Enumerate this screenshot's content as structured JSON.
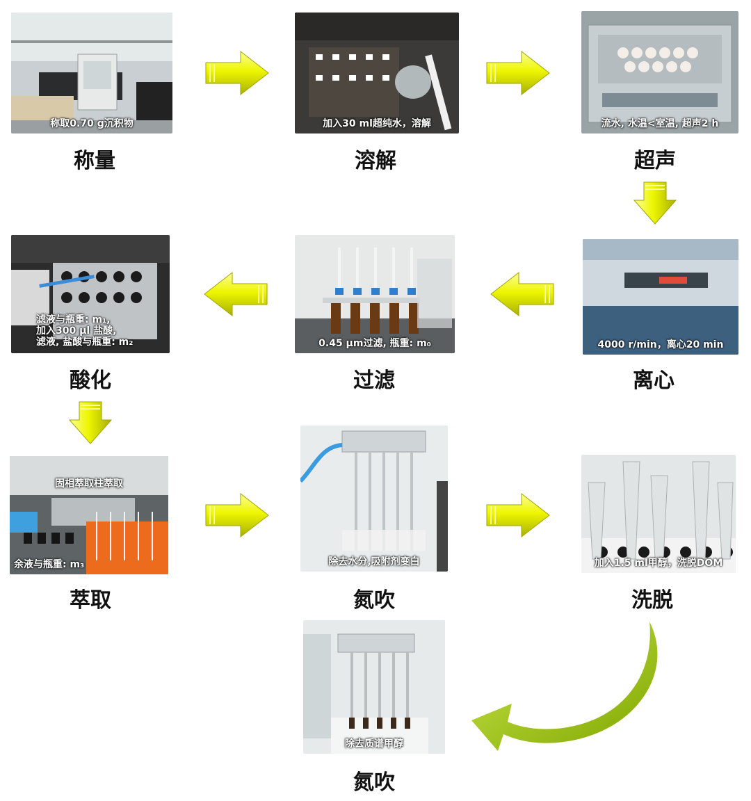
{
  "steps": [
    {
      "label": "称量",
      "caption": "称取0.70 g沉积物"
    },
    {
      "label": "溶解",
      "caption": "加入30 ml超纯水，溶解"
    },
    {
      "label": "超声",
      "caption": "流水, 水温<室温, 超声2 h"
    },
    {
      "label": "离心",
      "caption": "4000 r/min，离心20 min"
    },
    {
      "label": "过滤",
      "caption": "0.45 μm过滤, 瓶重: m₀"
    },
    {
      "label": "酸化",
      "caption_lines": [
        "滤液与瓶重: m₁,",
        "加入300 μl 盐酸,",
        "滤液, 盐酸与瓶重: m₂"
      ]
    },
    {
      "label": "萃取",
      "caption_top": "固相萃取柱萃取",
      "caption": "余液与瓶重: m₃"
    },
    {
      "label": "氮吹",
      "caption": "除去水分,吸附剂变白"
    },
    {
      "label": "洗脱",
      "caption": "加入1.5 ml甲醇，洗脱DOM"
    },
    {
      "label": "氮吹",
      "caption": "除去质谱甲醇"
    }
  ],
  "colors": {
    "arrow_fill": "#f2ff00",
    "arrow_edge": "#9a9a10",
    "curve_arrow": "#8fb800"
  }
}
